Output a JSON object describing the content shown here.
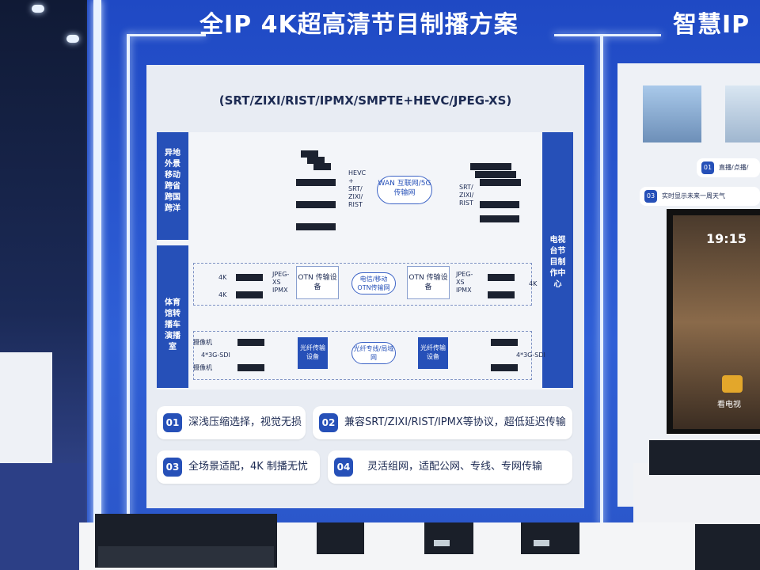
{
  "booth": {
    "headline": "全IP 4K超高清节目制播方案",
    "headline_right": "智慧IP",
    "subtitle": "(SRT/ZIXI/RIST/IPMX/SMPTE+HEVC/JPEG-XS)"
  },
  "diagram": {
    "remote_label": "异地外景移动 跨省跨国跨洋",
    "venue_label": "体育馆转播车演播室",
    "center_label": "电视台节目制作中心",
    "protocol_stack": "HEVC + SRT/ ZIXI/ RIST",
    "wan_cloud": "WAN 互联网/5G传输网",
    "out_protocols": "SRT/ ZIXI/ RIST",
    "otn_left": "OTN 传输设备",
    "otn_right": "OTN 传输设备",
    "otn_cloud": "电信/移动 OTN传输网",
    "fiber_left": "光纤传输设备",
    "fiber_right": "光纤传输设备",
    "fiber_cloud": "光纤专线/局域网",
    "jpegxs_a": "JPEG-XS IPMX",
    "jpegxs_b": "JPEG-XS IPMX",
    "camera_a": "摄像机",
    "camera_b": "摄像机",
    "sdi_in": "4*3G-SDI",
    "sdi_out": "4*3G-SDI",
    "label_4k_a": "4K",
    "label_4k_b": "4K",
    "label_4k_out": "4K"
  },
  "features": [
    {
      "num": "01",
      "text": "深浅压缩选择，视觉无损"
    },
    {
      "num": "02",
      "text": "兼容SRT/ZIXI/RIST/IPMX等协议，超低延迟传输"
    },
    {
      "num": "03",
      "text": "全场景适配，4K 制播无忧"
    },
    {
      "num": "04",
      "text": "灵活组网，适配公网、专线、专网传输"
    }
  ],
  "right_panel": {
    "item_1_num": "01",
    "item_1_text": "直播/点播/",
    "item_3_num": "03",
    "item_3_text": "实时显示未来一周天气",
    "tv_time": "19:15",
    "tv_caption": "看电视"
  }
}
